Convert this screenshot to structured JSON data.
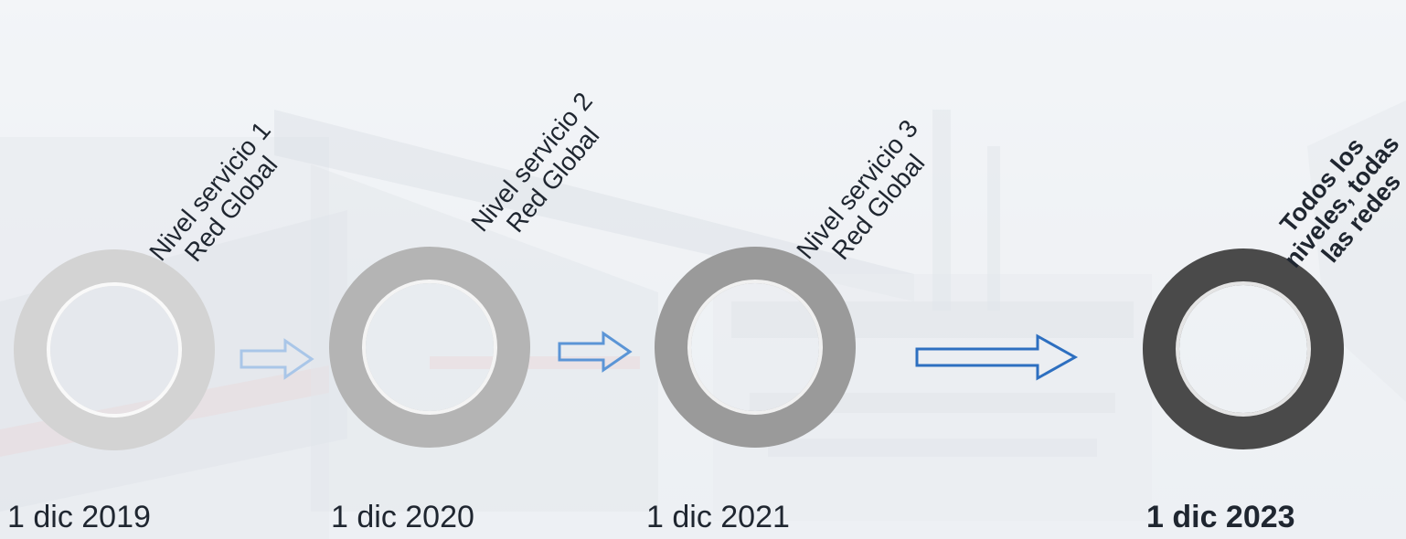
{
  "milestones": [
    {
      "date": "1 dic 2019",
      "label_line1": "Nivel servicio 1",
      "label_line2": "Red Global",
      "ring_color": "#d3d3d3"
    },
    {
      "date": "1 dic 2020",
      "label_line1": "Nivel servicio 2",
      "label_line2": "Red Global",
      "ring_color": "#b4b4b4"
    },
    {
      "date": "1 dic 2021",
      "label_line1": "Nivel servicio 3",
      "label_line2": "Red Global",
      "ring_color": "#9a9a9a"
    },
    {
      "date": "1 dic 2023",
      "label_line1": "Todos los",
      "label_line2": "niveles, todas",
      "label_line3": "las redes",
      "ring_color": "#4a4a4a"
    }
  ],
  "arrows": [
    {
      "color": "#a9c6e8"
    },
    {
      "color": "#5b95d6"
    },
    {
      "color": "#2d6fc0"
    }
  ]
}
